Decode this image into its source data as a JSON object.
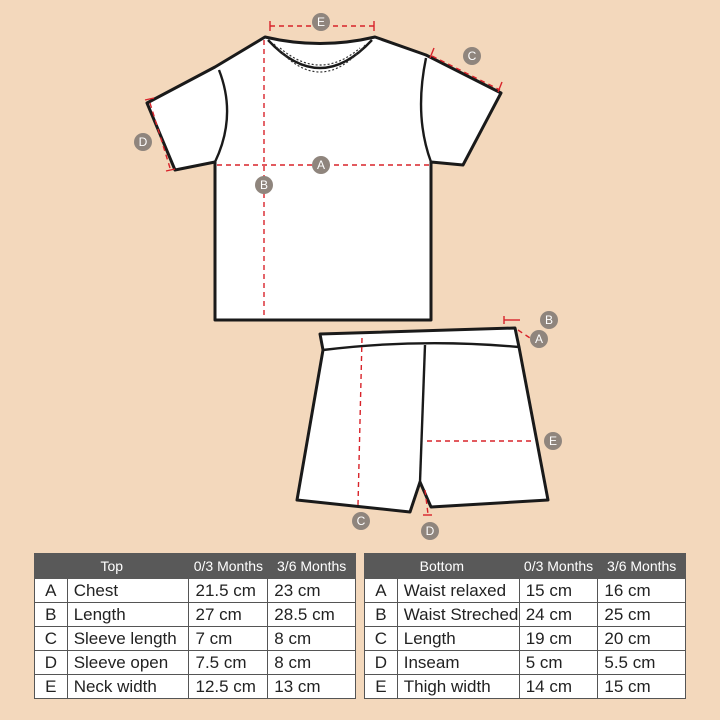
{
  "diagram": {
    "top_markers": {
      "a": "A",
      "b": "B",
      "c": "C",
      "d": "D",
      "e": "E"
    },
    "bottom_markers": {
      "a": "A",
      "b": "B",
      "c": "C",
      "d": "D",
      "e": "E"
    }
  },
  "top_table": {
    "headers": [
      "Top",
      "0/3 Months",
      "3/6 Months"
    ],
    "rows": [
      {
        "code": "A",
        "name": "Chest",
        "m03": "21.5 cm",
        "m36": "23 cm"
      },
      {
        "code": "B",
        "name": "Length",
        "m03": "27 cm",
        "m36": "28.5 cm"
      },
      {
        "code": "C",
        "name": "Sleeve length",
        "m03": "7 cm",
        "m36": "8 cm"
      },
      {
        "code": "D",
        "name": "Sleeve open",
        "m03": "7.5 cm",
        "m36": "8 cm"
      },
      {
        "code": "E",
        "name": "Neck width",
        "m03": "12.5 cm",
        "m36": "13 cm"
      }
    ]
  },
  "bottom_table": {
    "headers": [
      "Bottom",
      "0/3 Months",
      "3/6 Months"
    ],
    "rows": [
      {
        "code": "A",
        "name": "Waist relaxed",
        "m03": "15 cm",
        "m36": "16 cm"
      },
      {
        "code": "B",
        "name": "Waist Streched",
        "m03": "24 cm",
        "m36": "25 cm"
      },
      {
        "code": "C",
        "name": "Length",
        "m03": "19 cm",
        "m36": "20 cm"
      },
      {
        "code": "D",
        "name": "Inseam",
        "m03": "5 cm",
        "m36": "5.5 cm"
      },
      {
        "code": "E",
        "name": "Thigh width",
        "m03": "14 cm",
        "m36": "15 cm"
      }
    ]
  },
  "colors": {
    "background": "#f3d8bc",
    "marker": "#8f857d",
    "measure_line": "#d8232a",
    "table_header": "#595959"
  }
}
